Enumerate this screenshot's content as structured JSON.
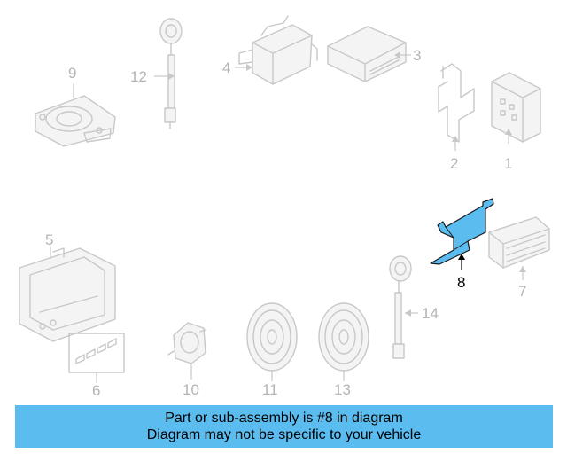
{
  "callouts": {
    "c1": "1",
    "c2": "2",
    "c3": "3",
    "c4": "4",
    "c5": "5",
    "c6": "6",
    "c7": "7",
    "c8": "8",
    "c9": "9",
    "c10": "10",
    "c11": "11",
    "c12": "12",
    "c13": "13",
    "c14": "14"
  },
  "highlight_color": "#5bbcf0",
  "banner": {
    "line1": "Part or sub-assembly is #8 in diagram",
    "line2": "Diagram may not be specific to your vehicle"
  }
}
